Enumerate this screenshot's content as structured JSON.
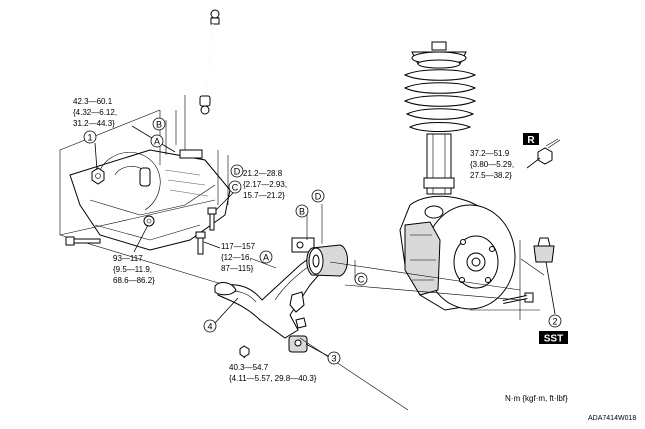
{
  "torques": {
    "t1": [
      "42.3—60.1",
      "{4.32—6.12,",
      "31.2—44.3}"
    ],
    "t2": [
      "21.2—28.8",
      "{2.17—2.93,",
      "15.7—21.2}"
    ],
    "t3": [
      "117—157",
      "{12—16,",
      "87—115}"
    ],
    "t4": [
      "93—117",
      "{9.5—11.9,",
      "68.6—86.2}"
    ],
    "t5": [
      "37.2—51.9",
      "{3.80—5.29,",
      "27.5—38.2}"
    ],
    "t6": [
      "40.3—54.7",
      "{4.11—5.57, 29.8—40.3}"
    ]
  },
  "callouts": {
    "n1": "1",
    "n2": "2",
    "n3": "3",
    "n4": "4"
  },
  "letters": {
    "A": "A",
    "B": "B",
    "C": "C",
    "D": "D"
  },
  "boxes": {
    "r": "R",
    "sst": "SST"
  },
  "units": "N·m {kgf·m, ft·lbf}",
  "figure_code": "ADA7414W018"
}
